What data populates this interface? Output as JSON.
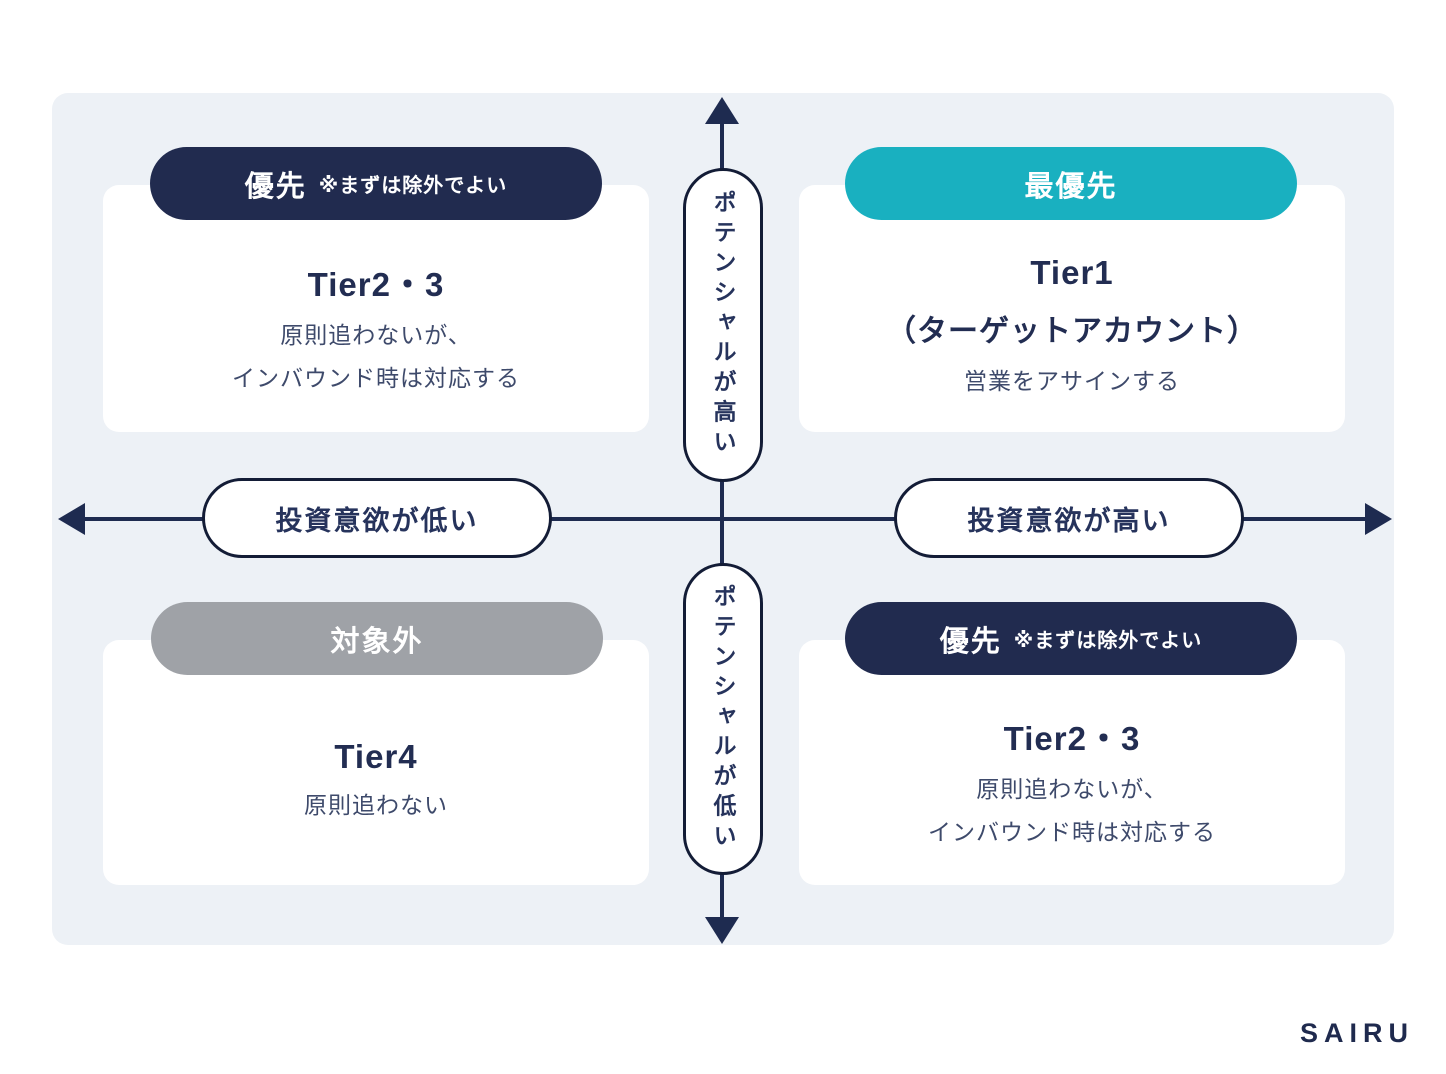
{
  "diagram": {
    "axes": {
      "y_top_label": "ポテンシャルが高い",
      "y_bottom_label": "ポテンシャルが低い",
      "x_left_label": "投資意欲が低い",
      "x_right_label": "投資意欲が高い"
    },
    "quadrants": {
      "top_left": {
        "badge": "優先",
        "badge_note": "※まずは除外でよい",
        "title": "Tier2・3",
        "body_line1": "原則追わないが、",
        "body_line2": "インバウンド時は対応する"
      },
      "top_right": {
        "badge": "最優先",
        "title": "Tier1",
        "subtitle": "（ターゲットアカウント）",
        "body_line1": "営業をアサインする"
      },
      "bottom_left": {
        "badge": "対象外",
        "title": "Tier4",
        "body_line1": "原則追わない"
      },
      "bottom_right": {
        "badge": "優先",
        "badge_note": "※まずは除外でよい",
        "title": "Tier2・3",
        "body_line1": "原則追わないが、",
        "body_line2": "インバウンド時は対応する"
      }
    },
    "colors": {
      "navy": "#212b4f",
      "teal": "#19b0c0",
      "gray": "#9fa2a7",
      "panel_bg": "#edf1f6",
      "axis": "#1e2b50"
    },
    "footer": {
      "logo": "SAIRU"
    }
  }
}
